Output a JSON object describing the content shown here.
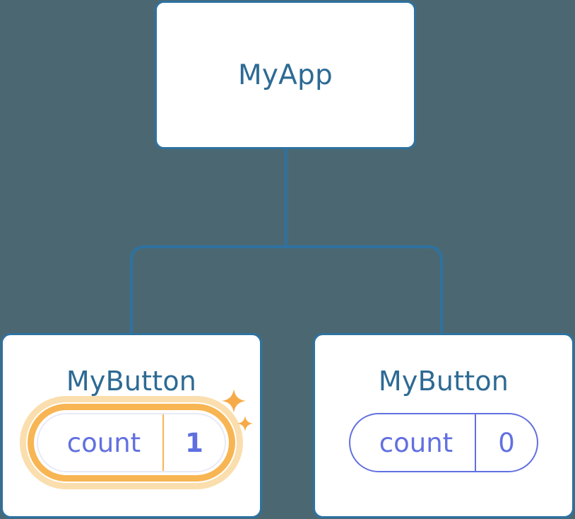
{
  "diagram": {
    "type": "component-tree",
    "background_color": "#4b6872",
    "accent_blue": "#2d6a94",
    "accent_periwinkle": "#6270e0",
    "accent_orange": "#f8b553",
    "accent_orange_glow": "#fbdeae"
  },
  "root": {
    "label": "MyApp"
  },
  "children": [
    {
      "label": "MyButton",
      "state": {
        "key": "count",
        "value": "1"
      },
      "highlighted": true,
      "sparkle_big": "sparkle-icon",
      "sparkle_small": "sparkle-icon"
    },
    {
      "label": "MyButton",
      "state": {
        "key": "count",
        "value": "0"
      },
      "highlighted": false
    }
  ],
  "edges": {
    "stroke_color": "#2e72a0",
    "stroke_width": 4,
    "description": "MyApp connects down to two MyButton children via an elbow tree connector"
  }
}
